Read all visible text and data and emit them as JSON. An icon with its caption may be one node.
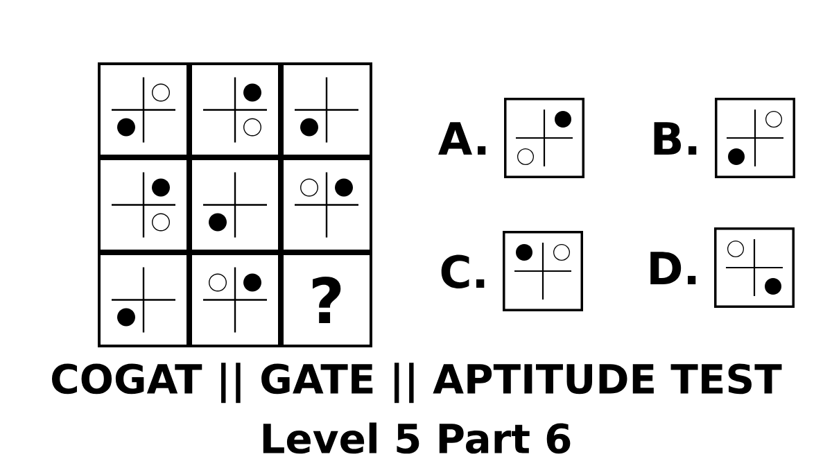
{
  "diagram": {
    "title": "COGAT || GATE || APTITUDE TEST Level 5 Part 6",
    "nodes": [
      {
        "text": [],
        "shape": "box"
      },
      {
        "text": [],
        "shape": "box"
      },
      {
        "text": [],
        "shape": "box"
      },
      {
        "text": [],
        "shape": "box"
      },
      {
        "text": [],
        "shape": "box"
      },
      {
        "text": [],
        "shape": "box"
      },
      {
        "text": [],
        "shape": "box"
      },
      {
        "text": [],
        "shape": "box"
      },
      {
        "text": [
          "?"
        ]
      },
      {
        "text": [],
        "shape": "box",
        "beside": [
          "A."
        ]
      },
      {
        "text": [],
        "shape": "box",
        "beside": [
          "B."
        ]
      },
      {
        "text": [],
        "shape": "box",
        "beside": [
          "C."
        ]
      },
      {
        "text": [],
        "shape": "box",
        "beside": [
          "D."
        ]
      }
    ]
  }
}
